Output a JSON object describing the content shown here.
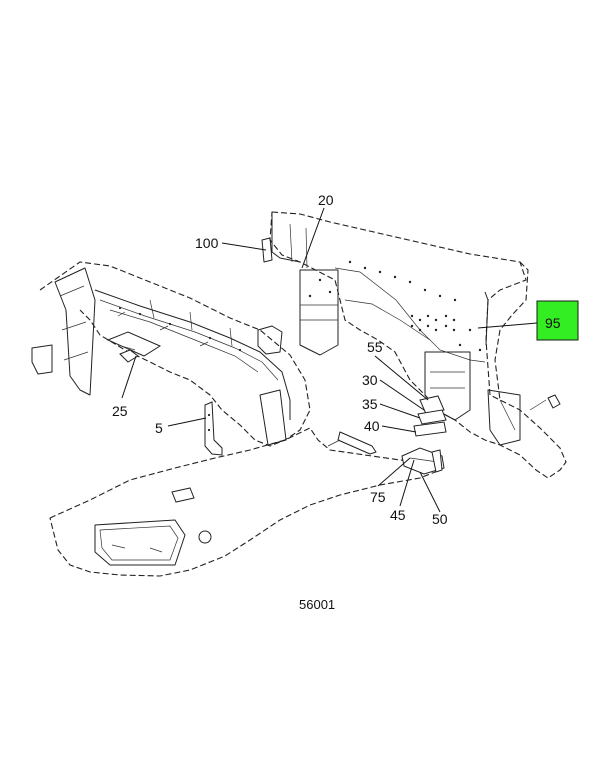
{
  "figure_number": "56001",
  "highlight_color": "#33ee22",
  "callouts": [
    {
      "id": "c20",
      "label": "20"
    },
    {
      "id": "c100",
      "label": "100"
    },
    {
      "id": "c95",
      "label": "95",
      "highlighted": true
    },
    {
      "id": "c55",
      "label": "55"
    },
    {
      "id": "c30",
      "label": "30"
    },
    {
      "id": "c35",
      "label": "35"
    },
    {
      "id": "c40",
      "label": "40"
    },
    {
      "id": "c25",
      "label": "25"
    },
    {
      "id": "c5",
      "label": "5"
    },
    {
      "id": "c75",
      "label": "75"
    },
    {
      "id": "c45",
      "label": "45"
    },
    {
      "id": "c50",
      "label": "50"
    }
  ]
}
